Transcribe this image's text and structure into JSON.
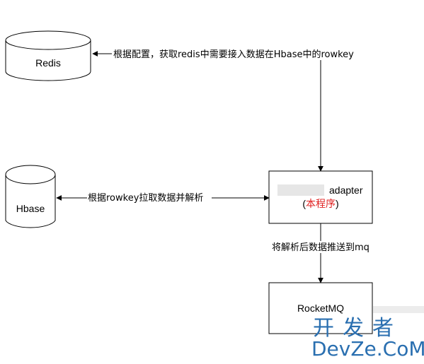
{
  "nodes": {
    "redis": {
      "label": "Redis"
    },
    "hbase": {
      "label": "Hbase"
    },
    "adapter": {
      "label": "adapter",
      "sublabel_open": "(",
      "sublabel": "本程序",
      "sublabel_close": ")"
    },
    "rocketmq": {
      "label": "RocketMQ"
    }
  },
  "edges": {
    "redis_edge_label": "根据配置，获取redis中需要接入数据在Hbase中的rowkey",
    "hbase_edge_label": "根据rowkey拉取数据并解析",
    "mq_edge_label": "将解析后数据推送到mq"
  },
  "watermark": {
    "cn": "开发者",
    "en": "DevZe.CoM"
  },
  "colors": {
    "line": "#000000",
    "accent_red": "#e02020",
    "watermark": "#2a6fb0",
    "redaction": "#d9d9d9"
  }
}
